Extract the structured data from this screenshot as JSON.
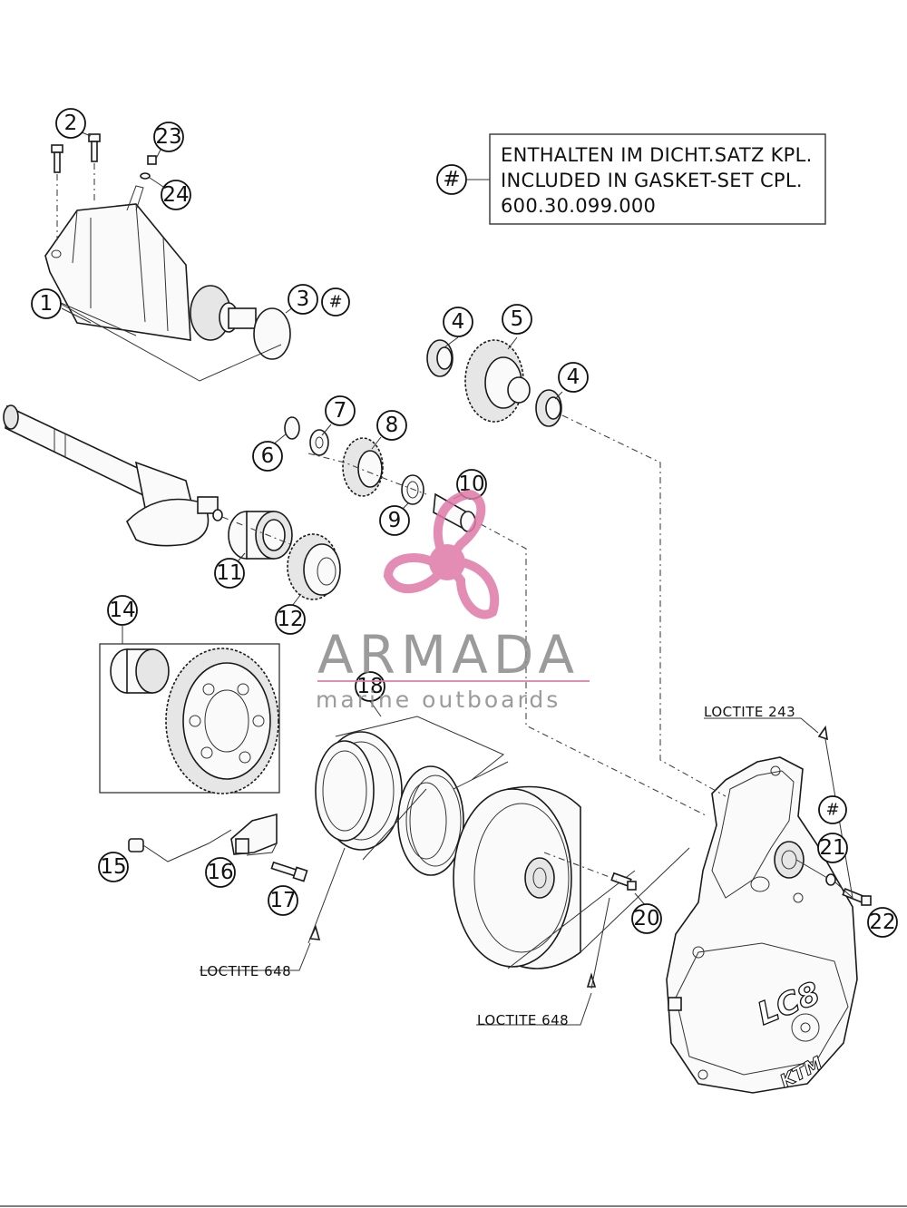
{
  "note": {
    "symbol": "#",
    "lines": [
      "ENTHALTEN IM DICHT.SATZ KPL.",
      "INCLUDED IN GASKET-SET CPL.",
      "600.30.099.000"
    ]
  },
  "callouts": {
    "c1": "1",
    "c2": "2",
    "c3": "3",
    "c3h": "#",
    "c4a": "4",
    "c4b": "4",
    "c5": "5",
    "c6": "6",
    "c7": "7",
    "c8": "8",
    "c9": "9",
    "c10": "10",
    "c11": "11",
    "c12": "12",
    "c14": "14",
    "c15": "15",
    "c16": "16",
    "c17": "17",
    "c18": "18",
    "c20": "20",
    "c21": "21",
    "c21h": "#",
    "c22": "22",
    "c23": "23",
    "c24": "24"
  },
  "loctite": {
    "l243": "LOCTITE 243",
    "l648a": "LOCTITE 648",
    "l648b": "LOCTITE 648"
  },
  "cover_marking": {
    "model": "LC8",
    "brand": "KTM"
  },
  "watermark": {
    "brand": "ARMADA",
    "tagline": "marine outboards",
    "color": "#e07aa8"
  }
}
